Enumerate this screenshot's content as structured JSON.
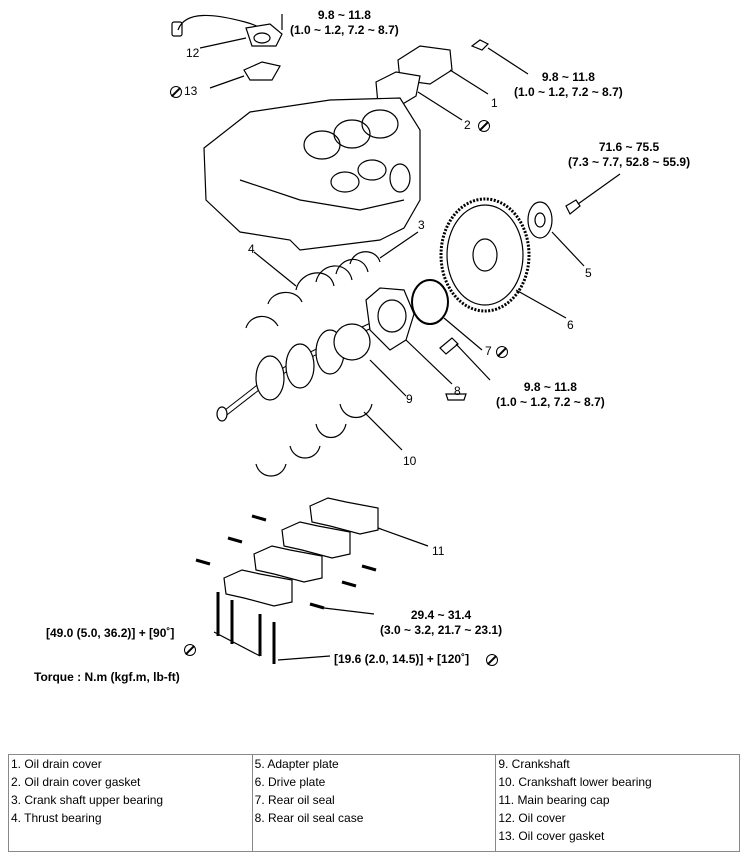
{
  "callouts": {
    "c12": {
      "line1": "9.8 ~ 11.8",
      "line2": "(1.0 ~ 1.2, 7.2 ~ 8.7)"
    },
    "c1": {
      "line1": "9.8 ~ 11.8",
      "line2": "(1.0 ~ 1.2, 7.2 ~ 8.7)"
    },
    "c5": {
      "line1": "71.6 ~ 75.5",
      "line2": "(7.3 ~ 7.7, 52.8 ~ 55.9)"
    },
    "c8": {
      "line1": "9.8 ~ 11.8",
      "line2": "(1.0 ~ 1.2, 7.2 ~ 8.7)"
    },
    "c11": {
      "line1": "29.4 ~ 31.4",
      "line2": "(3.0 ~ 3.2, 21.7 ~ 23.1)"
    },
    "bolt_a": "[49.0 (5.0, 36.2)] + [90˚]",
    "bolt_b": "[19.6 (2.0, 14.5)] + [120˚]"
  },
  "numbers": {
    "n1": "1",
    "n2": "2",
    "n3": "3",
    "n4": "4",
    "n5": "5",
    "n6": "6",
    "n7": "7",
    "n8": "8",
    "n9": "9",
    "n10": "10",
    "n11": "11",
    "n12": "12",
    "n13": "13"
  },
  "torque_unit": "Torque : N.m (kgf.m, lb-ft)",
  "legend": {
    "col1": [
      "1. Oil drain cover",
      "2. Oil drain cover gasket",
      "3. Crank shaft upper bearing",
      "4. Thrust bearing"
    ],
    "col2": [
      "5. Adapter plate",
      "6. Drive plate",
      "7. Rear oil seal",
      "8. Rear oil seal case"
    ],
    "col3": [
      "9. Crankshaft",
      "10. Crankshaft lower bearing",
      "11. Main bearing cap",
      "12. Oil cover",
      "13. Oil cover gasket"
    ]
  }
}
